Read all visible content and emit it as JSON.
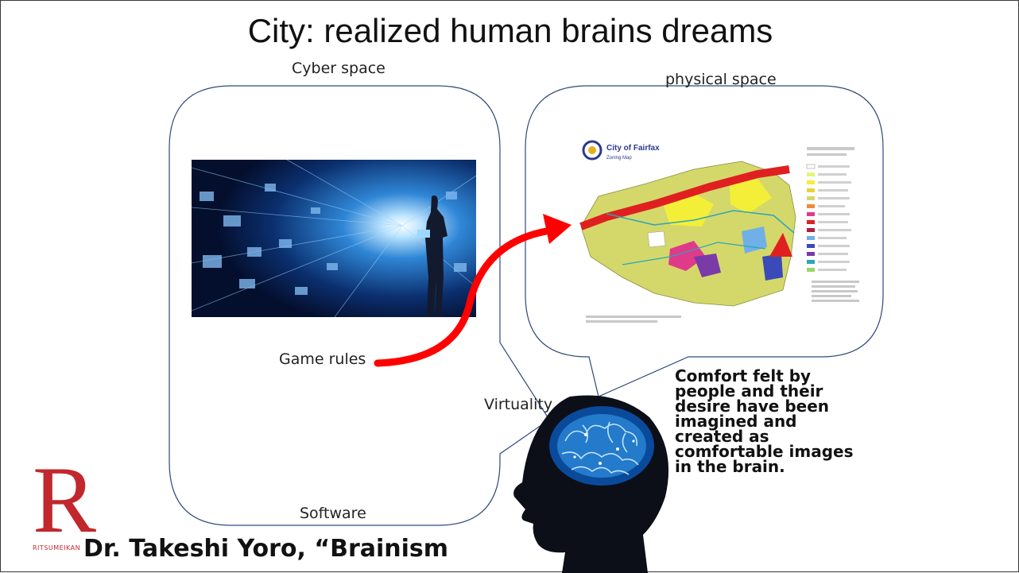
{
  "slide": {
    "title": "City: realized human brains dreams",
    "cyber_label": "Cyber space",
    "physical_label": "physical space",
    "game_rules_label": "Game rules",
    "virtuality_label": "Virtuality",
    "software_label": "Software",
    "note_text": "Comfort felt by people and their desire have been imagined and created as comfortable images in the brain.",
    "footer_text": "Dr. Takeshi Yoro, “Brainism",
    "map_title": "City of Fairfax",
    "map_subtitle": "Zoning Map",
    "logo_letter": "R",
    "logo_word": "RITSUMEIKAN"
  },
  "colors": {
    "bubble_stroke": "#2f4a7a",
    "arrow": "#ff0000",
    "logo": "#c1272d"
  }
}
